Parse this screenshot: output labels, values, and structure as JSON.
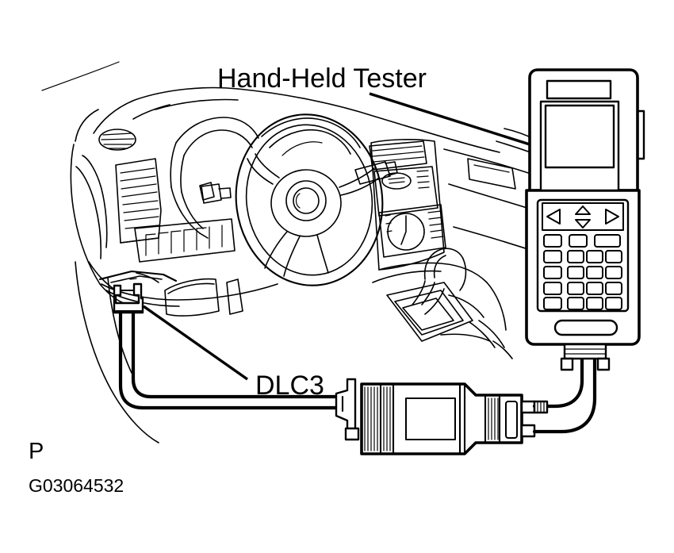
{
  "figure": {
    "title_label": "Hand-Held  Tester",
    "dlc_label": "DLC3",
    "page_marker": "P",
    "figure_code": "G03064532",
    "background_color": "#ffffff",
    "line_color": "#000000"
  },
  "callouts": [
    {
      "id": "hand-held-tester",
      "text": "Hand-Held  Tester",
      "points_to": "scan-tool-device"
    },
    {
      "id": "dlc3",
      "text": "DLC3",
      "points_to": "dlc3-connector"
    }
  ],
  "scan_tool": {
    "name": "hand-held-tester",
    "parts": {
      "speaker_slot": "speaker-slot",
      "screen": "lcd-screen",
      "screen_bezel": "screen-bezel",
      "side_button": "side-button",
      "dpad": "direction-pad",
      "dpad_buttons": [
        "left-arrow",
        "up-arrow",
        "down-arrow",
        "right-arrow"
      ],
      "function_row_count": 3,
      "keypad_rows": 4,
      "keypad_cols": 4,
      "bottom_button": "enter-button",
      "cable_port": "cable-port"
    }
  },
  "interface_box": {
    "name": "dlc3-interface-adapter",
    "parts": {
      "ribbed_section": "vent-ribs",
      "label_panel": "label-panel",
      "left_connector": "dlc3-cable-connector",
      "right_connector": "tester-cable-connector"
    }
  },
  "vehicle": {
    "name": "instrument-panel",
    "parts": [
      "windshield-line",
      "dashboard-top",
      "speaker-grille",
      "side-air-vent",
      "instrument-cluster",
      "steering-wheel",
      "steering-wheel-hub",
      "turn-signal-stalk",
      "switch-panel",
      "center-stack",
      "audio-head-unit",
      "hvac-control-dial",
      "center-air-vents",
      "glove-box",
      "shift-lever",
      "center-console",
      "lower-dash-panel"
    ]
  },
  "cables": [
    {
      "id": "dlc3-to-adapter-cable",
      "from": "dlc3-connector",
      "to": "dlc3-interface-adapter"
    },
    {
      "id": "adapter-to-tester-cable",
      "from": "dlc3-interface-adapter",
      "to": "hand-held-tester"
    }
  ]
}
